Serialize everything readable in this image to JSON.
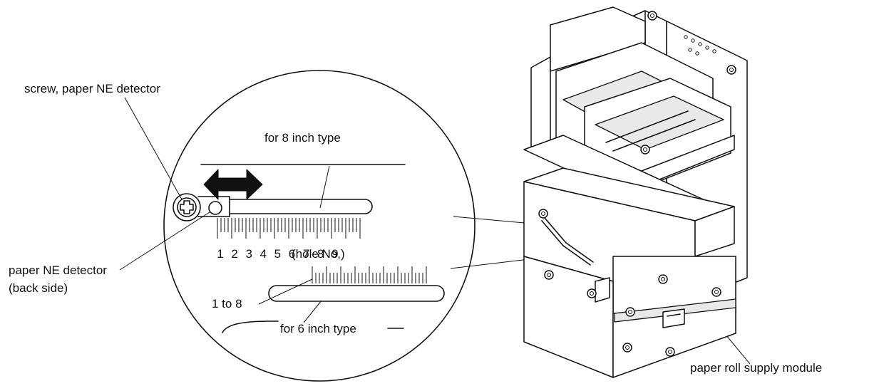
{
  "labels": {
    "screw": "screw, paper NE detector",
    "for8": "for 8 inch type",
    "detector_line1": "paper NE detector",
    "detector_line2": "(back side)",
    "hole_suffix": "(hole No,)",
    "one_to_eight": "1 to 8",
    "for6": "for 6 inch type",
    "supply_module": "paper roll supply module"
  },
  "hole_numbers": [
    "1",
    "2",
    "3",
    "4",
    "5",
    "6",
    "7",
    "8",
    "9"
  ],
  "icons": {
    "screw": "phillips-screw-icon",
    "arrow": "double-arrow-icon"
  }
}
